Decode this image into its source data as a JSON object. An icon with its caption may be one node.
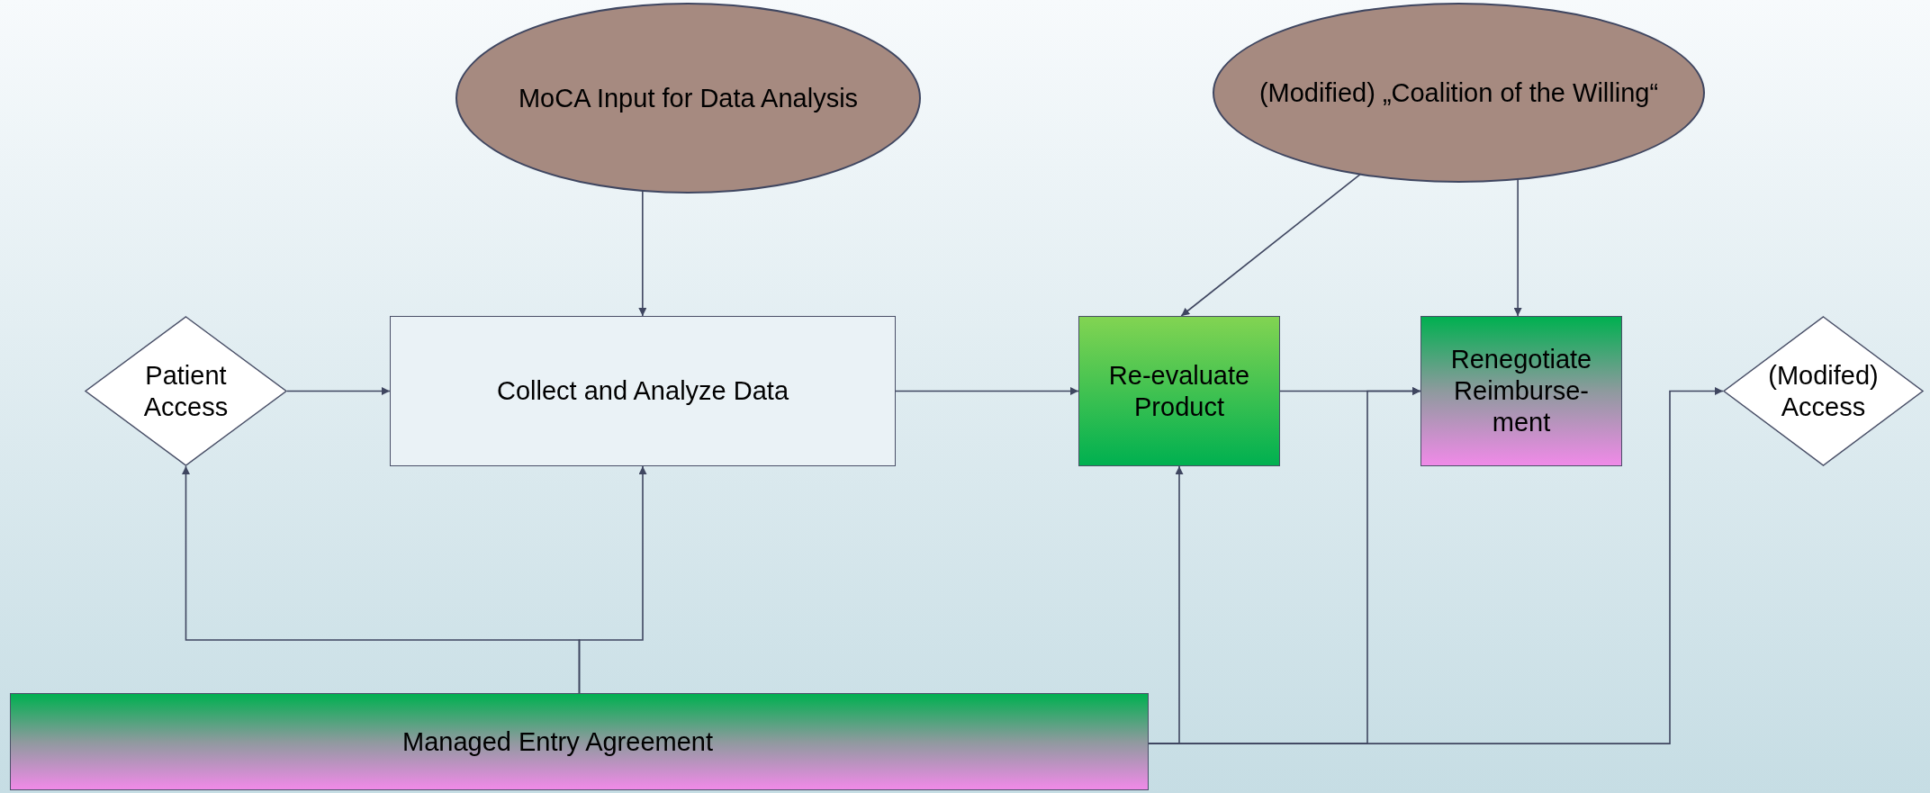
{
  "diagram": {
    "nodes": [
      {
        "text": [
          "MoCA Input for Data Analysis"
        ]
      },
      {
        "text": [
          "(Modified) „Coalition of the Willing“"
        ]
      },
      {
        "text": [
          "Patient Access"
        ]
      },
      {
        "text": [
          "Collect and Analyze Data"
        ]
      },
      {
        "text": [
          "Re-evaluate Product"
        ]
      },
      {
        "text": [
          "Renegotiate Reimburse- ment"
        ]
      },
      {
        "text": [
          "(Modifed) Access"
        ]
      },
      {
        "text": [
          "Managed Entry Agreement"
        ]
      }
    ],
    "edges": [
      {
        "from": 0,
        "to": 3,
        "arrow": "to"
      },
      {
        "from": 1,
        "to": 4,
        "arrow": "to"
      },
      {
        "from": 1,
        "to": 5,
        "arrow": "to"
      },
      {
        "from": 2,
        "to": 3,
        "arrow": "to"
      },
      {
        "from": 3,
        "to": 4,
        "arrow": "to"
      },
      {
        "from": 4,
        "to": 5,
        "arrow": "to"
      },
      {
        "from": 7,
        "to": 2,
        "arrow": "to"
      },
      {
        "from": 7,
        "to": 3,
        "arrow": "to"
      },
      {
        "from": 7,
        "to": 4,
        "arrow": "to"
      },
      {
        "from": 7,
        "to": 5,
        "arrow": "to"
      },
      {
        "from": 7,
        "to": 6,
        "arrow": "to"
      }
    ]
  }
}
